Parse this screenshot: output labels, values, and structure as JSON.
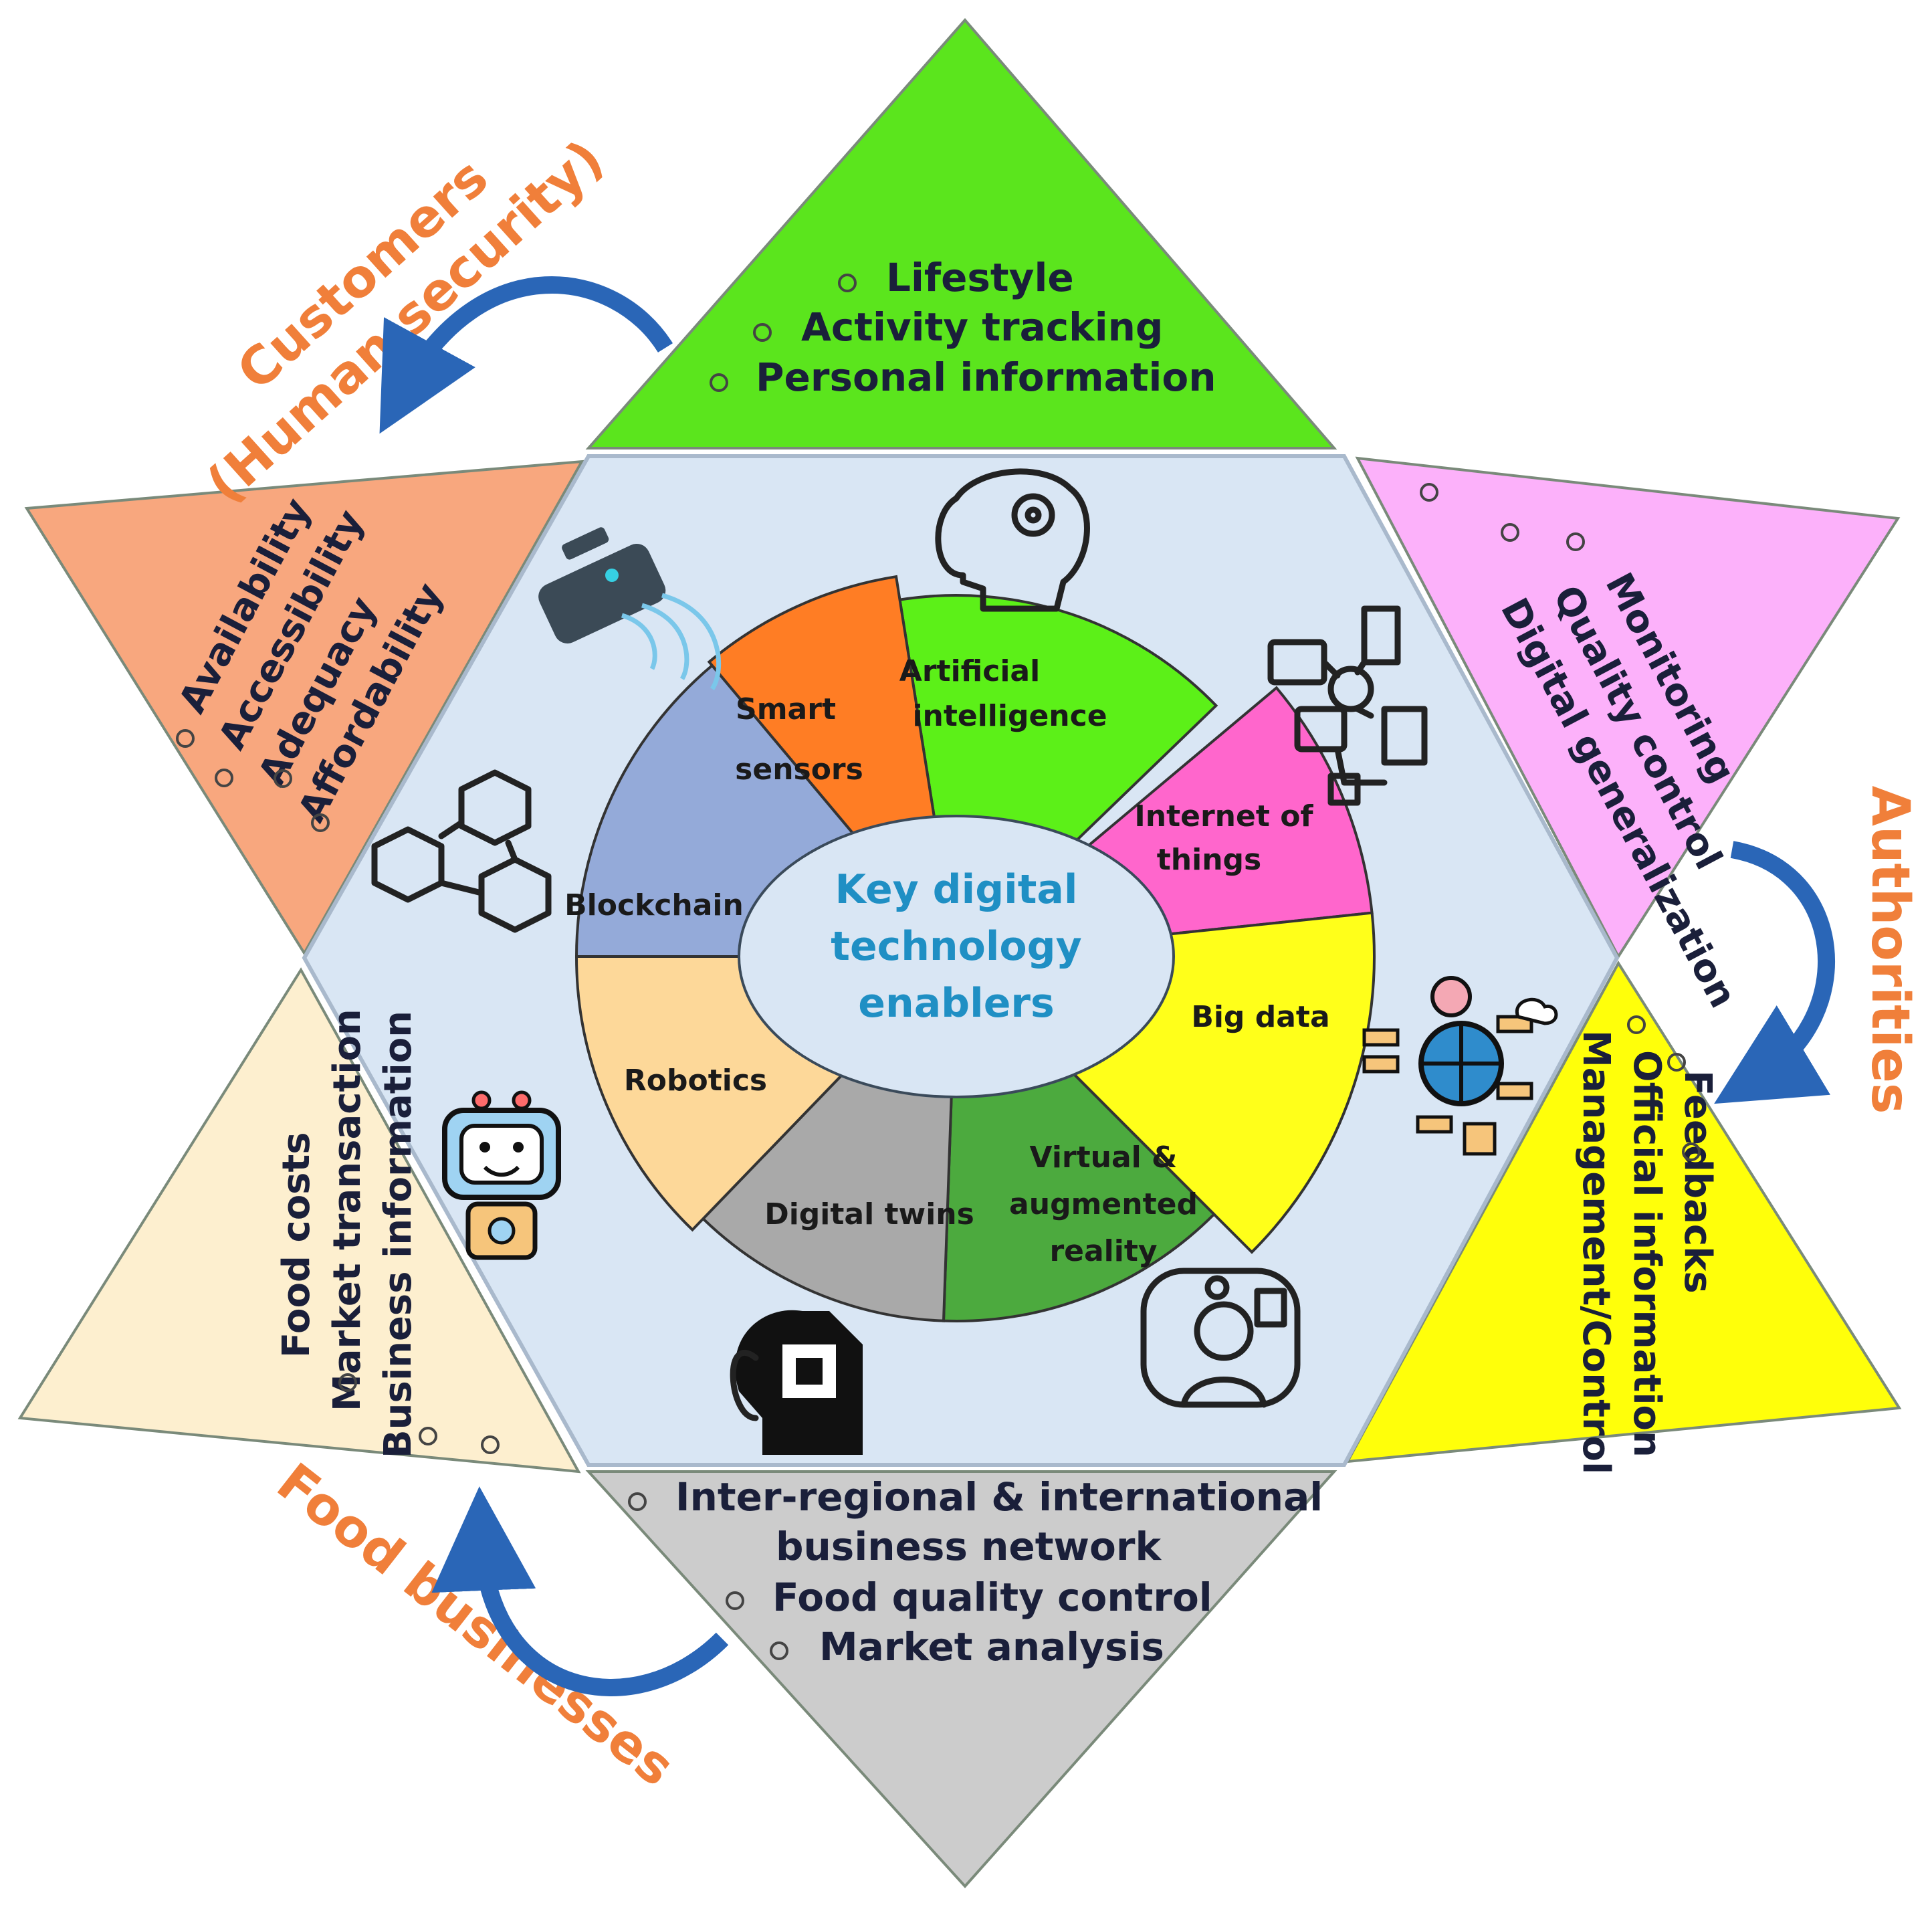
{
  "center": {
    "lines": [
      "Key digital",
      "technology",
      "enablers"
    ]
  },
  "segments": [
    {
      "id": "artificial-intelligence",
      "lines": [
        "Artificial",
        "intelligence"
      ],
      "color": "#5cf018"
    },
    {
      "id": "internet-of-things",
      "lines": [
        "Internet of",
        "things"
      ],
      "color": "#ff66cc"
    },
    {
      "id": "big-data",
      "lines": [
        "Big data"
      ],
      "color": "#ffff1a"
    },
    {
      "id": "virtual-augmented-reality",
      "lines": [
        "Virtual &",
        "augmented",
        "reality"
      ],
      "color": "#4caa3e"
    },
    {
      "id": "digital-twins",
      "lines": [
        "Digital twins"
      ],
      "color": "#a9a9a9"
    },
    {
      "id": "robotics",
      "lines": [
        "Robotics"
      ],
      "color": "#fdd899"
    },
    {
      "id": "blockchain",
      "lines": [
        "Blockchain"
      ],
      "color": "#94aad9"
    },
    {
      "id": "smart-sensors",
      "lines": [
        "Smart",
        "sensors"
      ],
      "color": "#ff7d24"
    }
  ],
  "triangles": {
    "top": {
      "color": "#5be51d",
      "items": [
        "Lifestyle",
        "Activity tracking",
        "Personal information"
      ]
    },
    "upper_left": {
      "color": "#f8a77e",
      "items": [
        "Availability",
        "Accessibility",
        "Adequacy",
        "Affordability"
      ]
    },
    "upper_right": {
      "color": "#fcb1fa",
      "items": [
        "Monitoring",
        "Quality control",
        "Digital generalization"
      ]
    },
    "lower_left": {
      "color": "#fdefcf",
      "items": [
        "Food costs",
        "Market transaction",
        "Business information"
      ]
    },
    "lower_right": {
      "color": "#ffff0a",
      "items": [
        "Feedbacks",
        "Official information",
        "Management/Control"
      ]
    },
    "bottom": {
      "color": "#cccccc",
      "items": [
        "Inter-regional & international",
        "business network",
        "Food quality control",
        "Market analysis"
      ]
    }
  },
  "stakeholders": {
    "customers": [
      "Customers",
      "(Human security)"
    ],
    "authorities": "Authorities",
    "food_businesses": "Food businesses"
  },
  "icons": [
    "brain-gear-icon",
    "iot-devices-icon",
    "big-data-globe-icon",
    "vr-headset-icon",
    "digital-twin-chip-head-icon",
    "ai-robot-icon",
    "blockchain-cubes-icon",
    "smart-sensor-icon"
  ],
  "colors": {
    "hexagon": "#d9e6f4",
    "hexagon_border": "#a9b9cc",
    "stakeholder_text": "#f07f3a",
    "arrow": "#2a66b7",
    "center_text": "#1f8fc4"
  }
}
